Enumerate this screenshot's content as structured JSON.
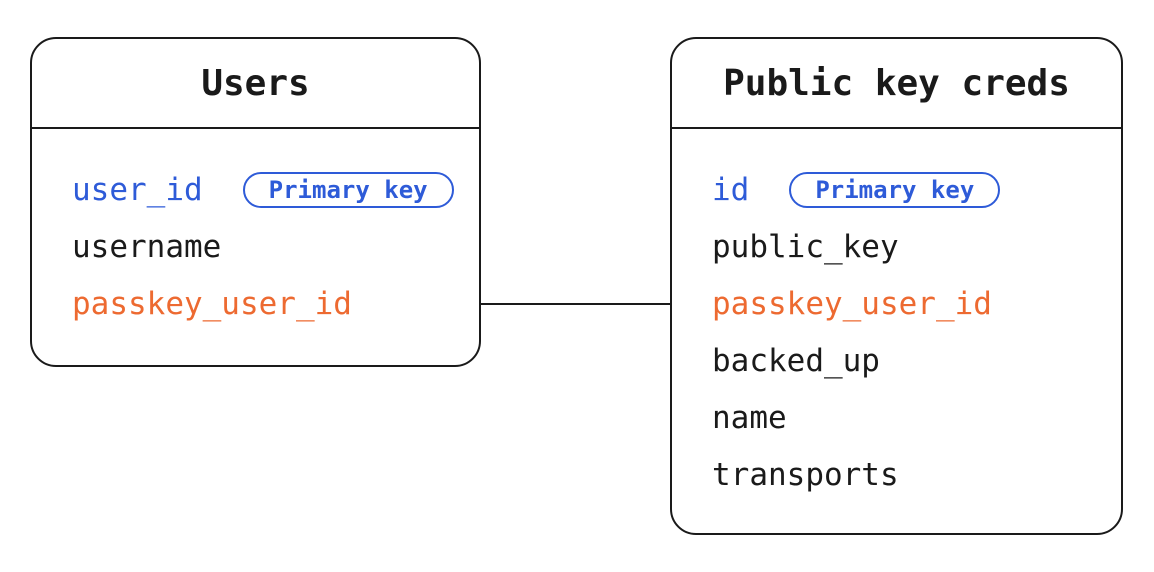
{
  "diagram": {
    "colors": {
      "background": "#ffffff",
      "stroke": "#1a1a1a",
      "accent_blue": "#2e5bd8",
      "accent_orange": "#ed6a31"
    },
    "tables": [
      {
        "title": "Users",
        "fields": [
          {
            "name": "user_id",
            "color": "blue",
            "badge": "Primary key"
          },
          {
            "name": "username",
            "color": "default"
          },
          {
            "name": "passkey_user_id",
            "color": "orange"
          }
        ]
      },
      {
        "title": "Public key creds",
        "fields": [
          {
            "name": "id",
            "color": "blue",
            "badge": "Primary key"
          },
          {
            "name": "public_key",
            "color": "default"
          },
          {
            "name": "passkey_user_id",
            "color": "orange"
          },
          {
            "name": "backed_up",
            "color": "default"
          },
          {
            "name": "name",
            "color": "default"
          },
          {
            "name": "transports",
            "color": "default"
          }
        ]
      }
    ],
    "connector": {
      "from_table": "Users",
      "from_field": "passkey_user_id",
      "to_table": "Public key creds",
      "to_field": "passkey_user_id"
    }
  }
}
